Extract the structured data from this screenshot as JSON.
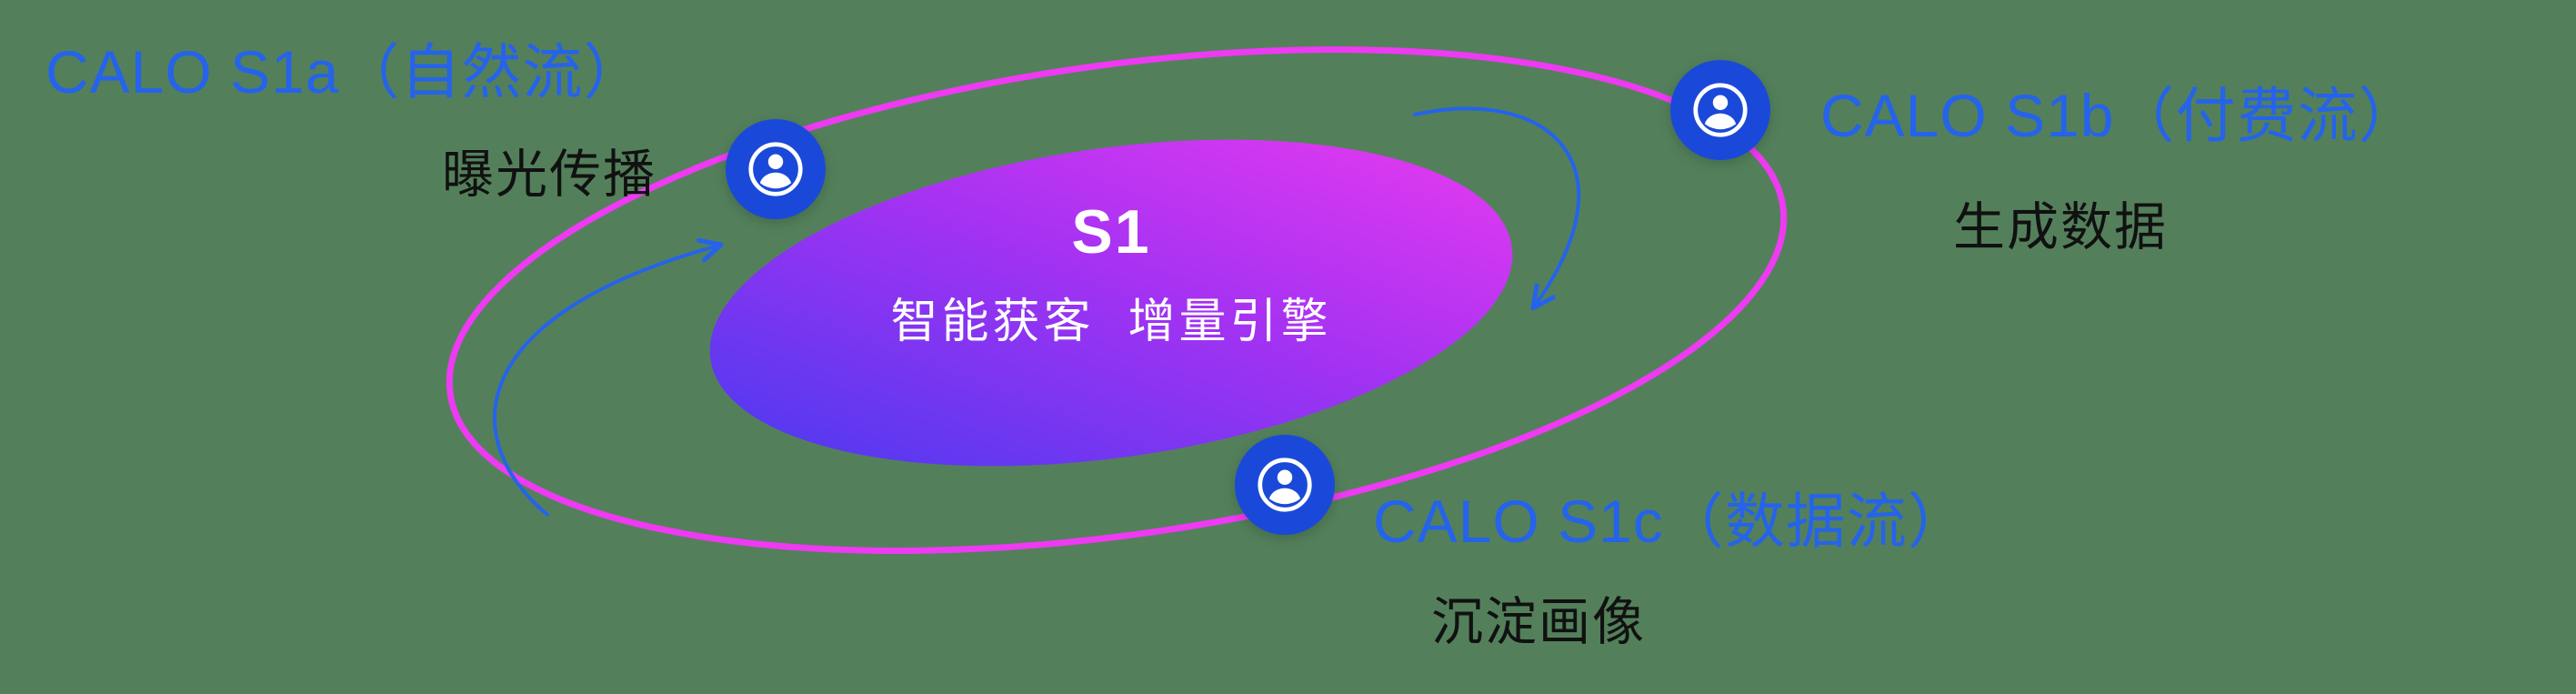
{
  "diagram": {
    "center": {
      "title": "S1",
      "subtitle": "智能获客  增量引擎"
    },
    "nodes": [
      {
        "id": "s1a",
        "label": "CALO S1a（自然流）",
        "sublabel": "曝光传播"
      },
      {
        "id": "s1b",
        "label": "CALO S1b（付费流）",
        "sublabel": "生成数据"
      },
      {
        "id": "s1c",
        "label": "CALO S1c（数据流）",
        "sublabel": "沉淀画像"
      }
    ],
    "colors": {
      "background": "#53805b",
      "label_blue": "#2563eb",
      "node_blue": "#1a49d9",
      "ring_magenta": "#ee3af2",
      "core_gradient_start": "#4a3af0",
      "core_gradient_end": "#e63af0",
      "arrow_blue": "#2563eb",
      "text_dark": "#111111",
      "text_light": "#ffffff"
    }
  }
}
